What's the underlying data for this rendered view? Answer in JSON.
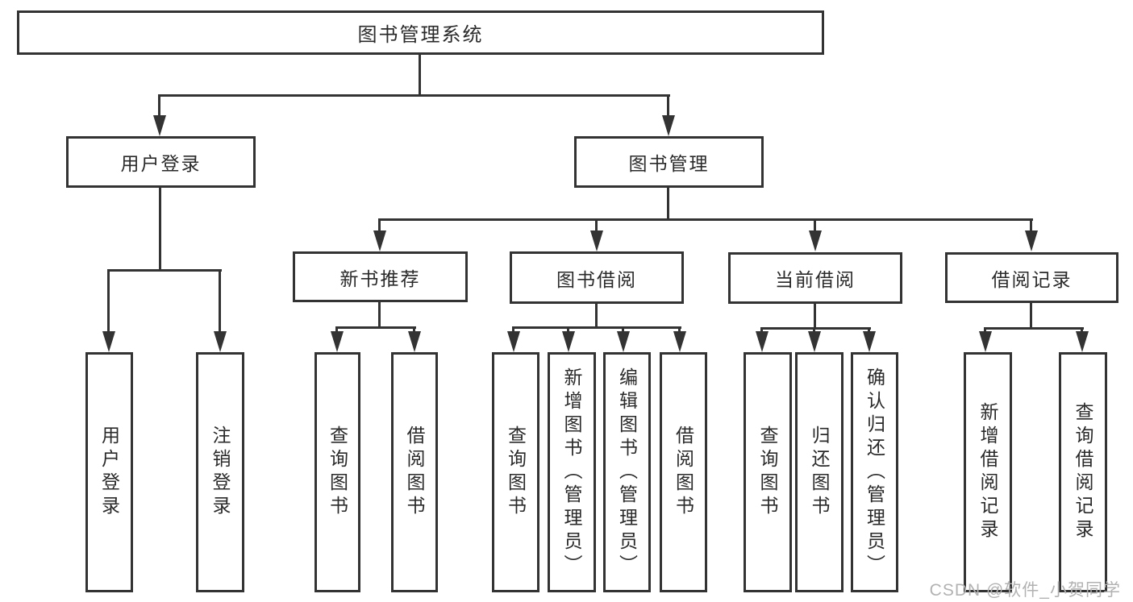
{
  "tree": {
    "root": {
      "label": "图书管理系统"
    },
    "branches": [
      {
        "label": "用户登录",
        "children": [
          {
            "label": "用户登录"
          },
          {
            "label": "注销登录"
          }
        ]
      },
      {
        "label": "图书管理",
        "children": [
          {
            "label": "新书推荐",
            "children": [
              {
                "label": "查询图书"
              },
              {
                "label": "借阅图书"
              }
            ]
          },
          {
            "label": "图书借阅",
            "children": [
              {
                "label": "查询图书"
              },
              {
                "label": "新增图书（管理员）"
              },
              {
                "label": "编辑图书（管理员）"
              },
              {
                "label": "借阅图书"
              }
            ]
          },
          {
            "label": "当前借阅",
            "children": [
              {
                "label": "查询图书"
              },
              {
                "label": "归还图书"
              },
              {
                "label": "确认归还（管理员）"
              }
            ]
          },
          {
            "label": "借阅记录",
            "children": [
              {
                "label": "新增借阅记录"
              },
              {
                "label": "查询借阅记录"
              }
            ]
          }
        ]
      }
    ]
  },
  "watermark": {
    "text": "CSDN @软件_小贺同学"
  },
  "colors": {
    "line": "#333333",
    "text": "#2a2a2a",
    "box_background": "#ffffff",
    "watermark": "#b2b2b2"
  }
}
